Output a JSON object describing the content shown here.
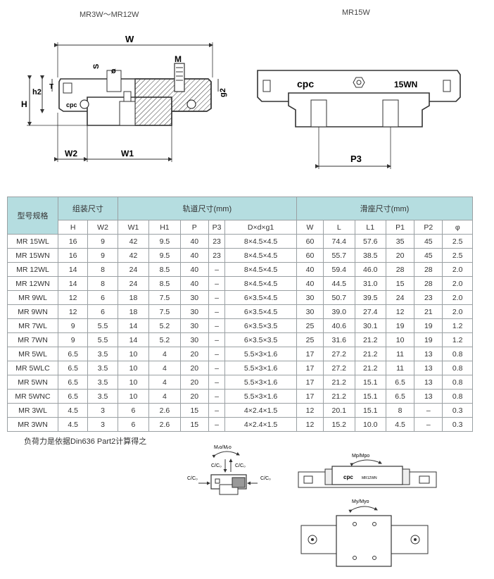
{
  "captions": {
    "left_title": "MR3W～MR12W",
    "right_title": "MR15W"
  },
  "left_dims": {
    "W": "W",
    "S": "S",
    "M": "M",
    "phi": "ø",
    "T": "T",
    "h2": "h2",
    "H": "H",
    "g2": "g2",
    "W2": "W2",
    "W1": "W1",
    "brand": "cpc"
  },
  "right_dims": {
    "brand": "cpc",
    "model": "15WN",
    "P3": "P3"
  },
  "table": {
    "group_headers": [
      "型号规格",
      "组装尺寸",
      "轨道尺寸(mm)",
      "滑座尺寸(mm)"
    ],
    "columns": [
      "H",
      "W2",
      "W1",
      "H1",
      "P",
      "P3",
      "D×d×g1",
      "W",
      "L",
      "L1",
      "P1",
      "P2",
      "φ"
    ],
    "rows": [
      [
        "MR 15WL",
        "16",
        "9",
        "42",
        "9.5",
        "40",
        "23",
        "8×4.5×4.5",
        "60",
        "74.4",
        "57.6",
        "35",
        "45",
        "2.5"
      ],
      [
        "MR 15WN",
        "16",
        "9",
        "42",
        "9.5",
        "40",
        "23",
        "8×4.5×4.5",
        "60",
        "55.7",
        "38.5",
        "20",
        "45",
        "2.5"
      ],
      [
        "MR 12WL",
        "14",
        "8",
        "24",
        "8.5",
        "40",
        "–",
        "8×4.5×4.5",
        "40",
        "59.4",
        "46.0",
        "28",
        "28",
        "2.0"
      ],
      [
        "MR 12WN",
        "14",
        "8",
        "24",
        "8.5",
        "40",
        "–",
        "8×4.5×4.5",
        "40",
        "44.5",
        "31.0",
        "15",
        "28",
        "2.0"
      ],
      [
        "MR 9WL",
        "12",
        "6",
        "18",
        "7.5",
        "30",
        "–",
        "6×3.5×4.5",
        "30",
        "50.7",
        "39.5",
        "24",
        "23",
        "2.0"
      ],
      [
        "MR 9WN",
        "12",
        "6",
        "18",
        "7.5",
        "30",
        "–",
        "6×3.5×4.5",
        "30",
        "39.0",
        "27.4",
        "12",
        "21",
        "2.0"
      ],
      [
        "MR 7WL",
        "9",
        "5.5",
        "14",
        "5.2",
        "30",
        "–",
        "6×3.5×3.5",
        "25",
        "40.6",
        "30.1",
        "19",
        "19",
        "1.2"
      ],
      [
        "MR 7WN",
        "9",
        "5.5",
        "14",
        "5.2",
        "30",
        "–",
        "6×3.5×3.5",
        "25",
        "31.6",
        "21.2",
        "10",
        "19",
        "1.2"
      ],
      [
        "MR 5WL",
        "6.5",
        "3.5",
        "10",
        "4",
        "20",
        "–",
        "5.5×3×1.6",
        "17",
        "27.2",
        "21.2",
        "11",
        "13",
        "0.8"
      ],
      [
        "MR 5WLC",
        "6.5",
        "3.5",
        "10",
        "4",
        "20",
        "–",
        "5.5×3×1.6",
        "17",
        "27.2",
        "21.2",
        "11",
        "13",
        "0.8"
      ],
      [
        "MR 5WN",
        "6.5",
        "3.5",
        "10",
        "4",
        "20",
        "–",
        "5.5×3×1.6",
        "17",
        "21.2",
        "15.1",
        "6.5",
        "13",
        "0.8"
      ],
      [
        "MR 5WNC",
        "6.5",
        "3.5",
        "10",
        "4",
        "20",
        "–",
        "5.5×3×1.6",
        "17",
        "21.2",
        "15.1",
        "6.5",
        "13",
        "0.8"
      ],
      [
        "MR 3WL",
        "4.5",
        "3",
        "6",
        "2.6",
        "15",
        "–",
        "4×2.4×1.5",
        "12",
        "20.1",
        "15.1",
        "8",
        "–",
        "0.3"
      ],
      [
        "MR 3WN",
        "4.5",
        "3",
        "6",
        "2.6",
        "15",
        "–",
        "4×2.4×1.5",
        "12",
        "15.2",
        "10.0",
        "4.5",
        "–",
        "0.3"
      ]
    ]
  },
  "note": "负荷力是依据Din636 Part2计算得之",
  "load_diagram": {
    "mr": "Mᵣo/Mᵣo",
    "cc_left": "C/C₀",
    "cc_right": "C/C₀",
    "cc_side_left": "C/C₀",
    "cc_side_right": "C/C₀",
    "mp": "Mp/Mpo",
    "my": "My/Myo",
    "brand": "cpc",
    "model": "MR12WN"
  },
  "colors": {
    "header_bg": "#b5dde0",
    "line": "#333333",
    "grid": "#9aa0a3"
  }
}
